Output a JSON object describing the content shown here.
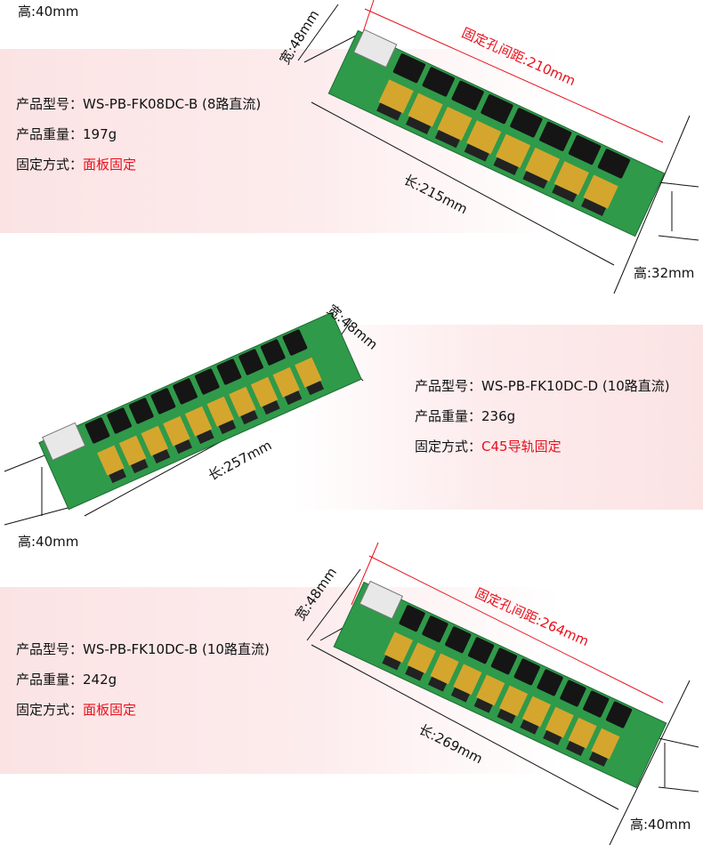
{
  "products": [
    {
      "model_label": "产品型号：",
      "model": "WS-PB-FK08DC-B (8路直流)",
      "weight_label": "产品重量：",
      "weight": "197g",
      "mount_label": "固定方式：",
      "mount": "面板固定",
      "dims": {
        "height_top": "高:40mm",
        "width": "宽:48mm",
        "hole": "固定孔间距:210mm",
        "length": "长:215mm",
        "height": "高:32mm"
      },
      "switches": 8
    },
    {
      "model_label": "产品型号：",
      "model": "WS-PB-FK10DC-D (10路直流)",
      "weight_label": "产品重量：",
      "weight": "236g",
      "mount_label": "固定方式：",
      "mount": "C45导轨固定",
      "dims": {
        "width": "宽:48mm",
        "length": "长:257mm",
        "height": "高:40mm"
      },
      "switches": 10
    },
    {
      "model_label": "产品型号：",
      "model": "WS-PB-FK10DC-B (10路直流)",
      "weight_label": "产品重量：",
      "weight": "242g",
      "mount_label": "固定方式：",
      "mount": "面板固定",
      "dims": {
        "width": "宽:48mm",
        "hole": "固定孔间距:264mm",
        "length": "长:269mm",
        "height": "高:40mm"
      },
      "switches": 10
    }
  ],
  "colors": {
    "accent": "#e8101c",
    "board": "#2f9a4a",
    "panel": "#fbe3e4"
  }
}
